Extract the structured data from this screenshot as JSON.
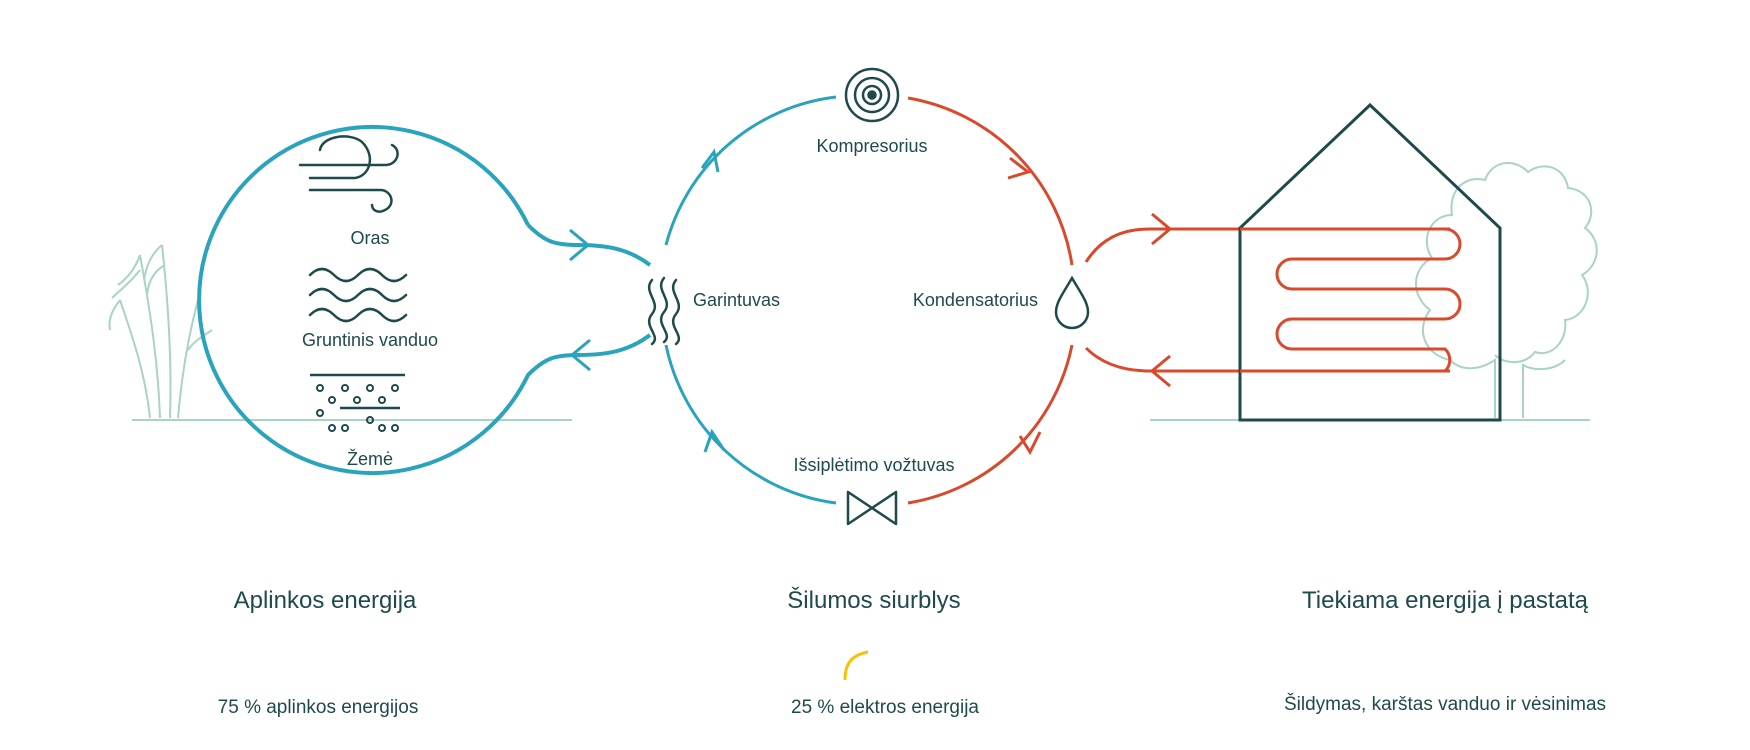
{
  "labels": {
    "source_1": "Oras",
    "source_2": "Gruntinis vanduo",
    "source_3": "Žemė",
    "evaporator": "Garintuvas",
    "compressor": "Kompresorius",
    "condenser": "Kondensatorius",
    "expansion_valve": "Išsiplėtimo vožtuvas"
  },
  "sections": {
    "left": "Aplinkos energija",
    "middle": "Šilumos siurblys",
    "right": "Tiekiama energija į pastatą"
  },
  "footer": {
    "left": "75 % aplinkos energijos",
    "middle": "25 % elektros energija",
    "right": "Šildymas, karštas vanduo ir vėsinimas"
  },
  "colors": {
    "teal": "#2aa3bd",
    "red": "#d9492b",
    "dark": "#1f4a4c",
    "light_green": "#a9d3c4",
    "bar_green": "#8dc63f",
    "bar_orange": "#f08a24",
    "bar_red": "#d93a26",
    "bar_yellow": "#f5c400"
  },
  "icons": [
    "wind-icon",
    "waves-icon",
    "soil-icon",
    "heat-waves-icon",
    "compressor-icon",
    "droplet-icon",
    "valve-icon",
    "house-icon",
    "tree-icon",
    "grass-icon"
  ]
}
